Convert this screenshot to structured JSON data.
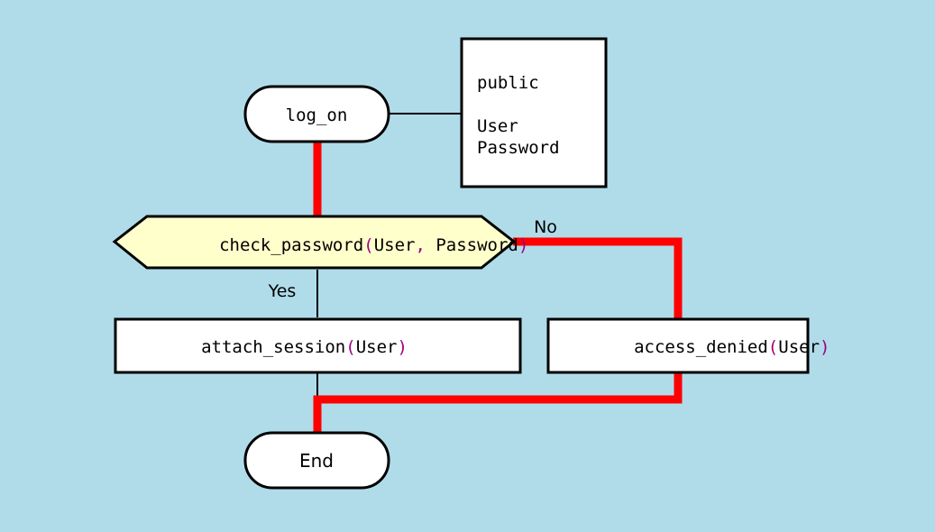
{
  "diagram": {
    "title": "log_on flowchart",
    "background_color": "#b0dcea",
    "highlight_color": "#ff0000",
    "outline_color": "#000000",
    "decision_fill": "#ffffcc",
    "node_fill": "#ffffff",
    "punctuation_color": "#a00080"
  },
  "nodes": {
    "start": {
      "label": "log_on",
      "shape": "rounded-terminal",
      "fill": "#ffffff"
    },
    "annotation": {
      "shape": "note-box",
      "fill": "#ffffff",
      "lines": [
        "public",
        "",
        "User",
        "Password"
      ]
    },
    "decision": {
      "shape": "hexagon",
      "fill": "#ffffcc",
      "text_prefix": "check_password",
      "text_open": "(",
      "text_arg1": "User",
      "text_comma": ",",
      "text_arg2": " Password",
      "text_close": ")",
      "full_text": "check_password(User, Password)"
    },
    "yes_process": {
      "shape": "rect",
      "fill": "#ffffff",
      "text_prefix": "attach_session",
      "text_open": "(",
      "text_arg": "User",
      "text_close": ")",
      "full_text": "attach_session(User)"
    },
    "no_process": {
      "shape": "rect",
      "fill": "#ffffff",
      "text_prefix": "access_denied",
      "text_open": "(",
      "text_arg": "User",
      "text_close": ")",
      "full_text": "access_denied(User)"
    },
    "end": {
      "label": "End",
      "shape": "rounded-terminal",
      "fill": "#ffffff"
    }
  },
  "edge_labels": {
    "yes": "Yes",
    "no": "No"
  }
}
